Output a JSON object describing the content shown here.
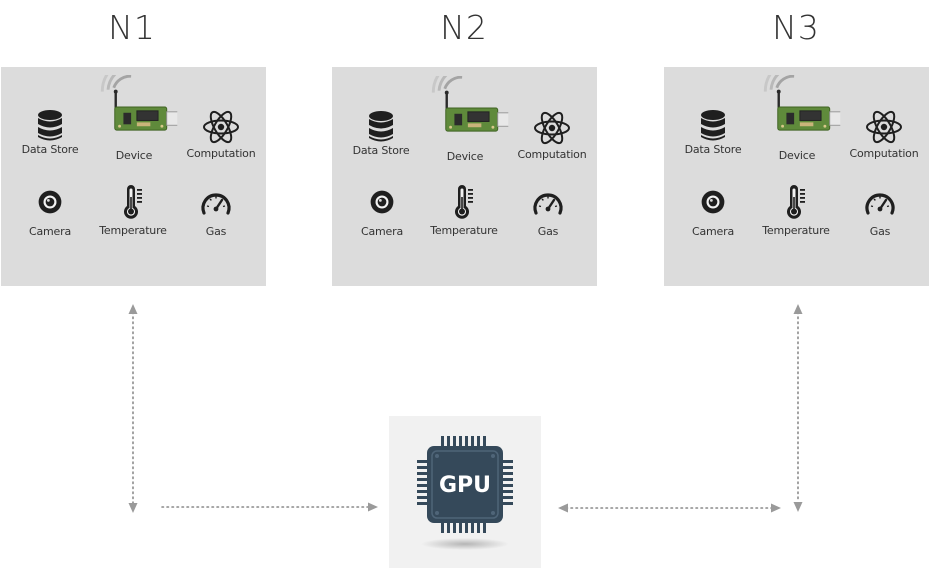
{
  "nodes": [
    {
      "title": "N1",
      "items": {
        "data_store": "Data Store",
        "device": "Device",
        "computation": "Computation",
        "camera": "Camera",
        "temperature": "Temperature",
        "gas": "Gas"
      }
    },
    {
      "title": "N2",
      "items": {
        "data_store": "Data Store",
        "device": "Device",
        "computation": "Computation",
        "camera": "Camera",
        "temperature": "Temperature",
        "gas": "Gas"
      }
    },
    {
      "title": "N3",
      "items": {
        "data_store": "Data Store",
        "device": "Device",
        "computation": "Computation",
        "camera": "Camera",
        "temperature": "Temperature",
        "gas": "Gas"
      }
    }
  ],
  "gpu": {
    "label": "GPU"
  },
  "colors": {
    "panel": "#dcdcdc",
    "icon_dark": "#1f1f1f",
    "board_green": "#5f8a3b",
    "chip_body": "#35495a",
    "connector": "#8a8a8a"
  },
  "links": [
    {
      "from": "N1",
      "to": "GPU",
      "style": "dotted",
      "direction": "bidirectional"
    },
    {
      "from": "N3",
      "to": "GPU",
      "style": "dotted",
      "direction": "bidirectional"
    }
  ]
}
